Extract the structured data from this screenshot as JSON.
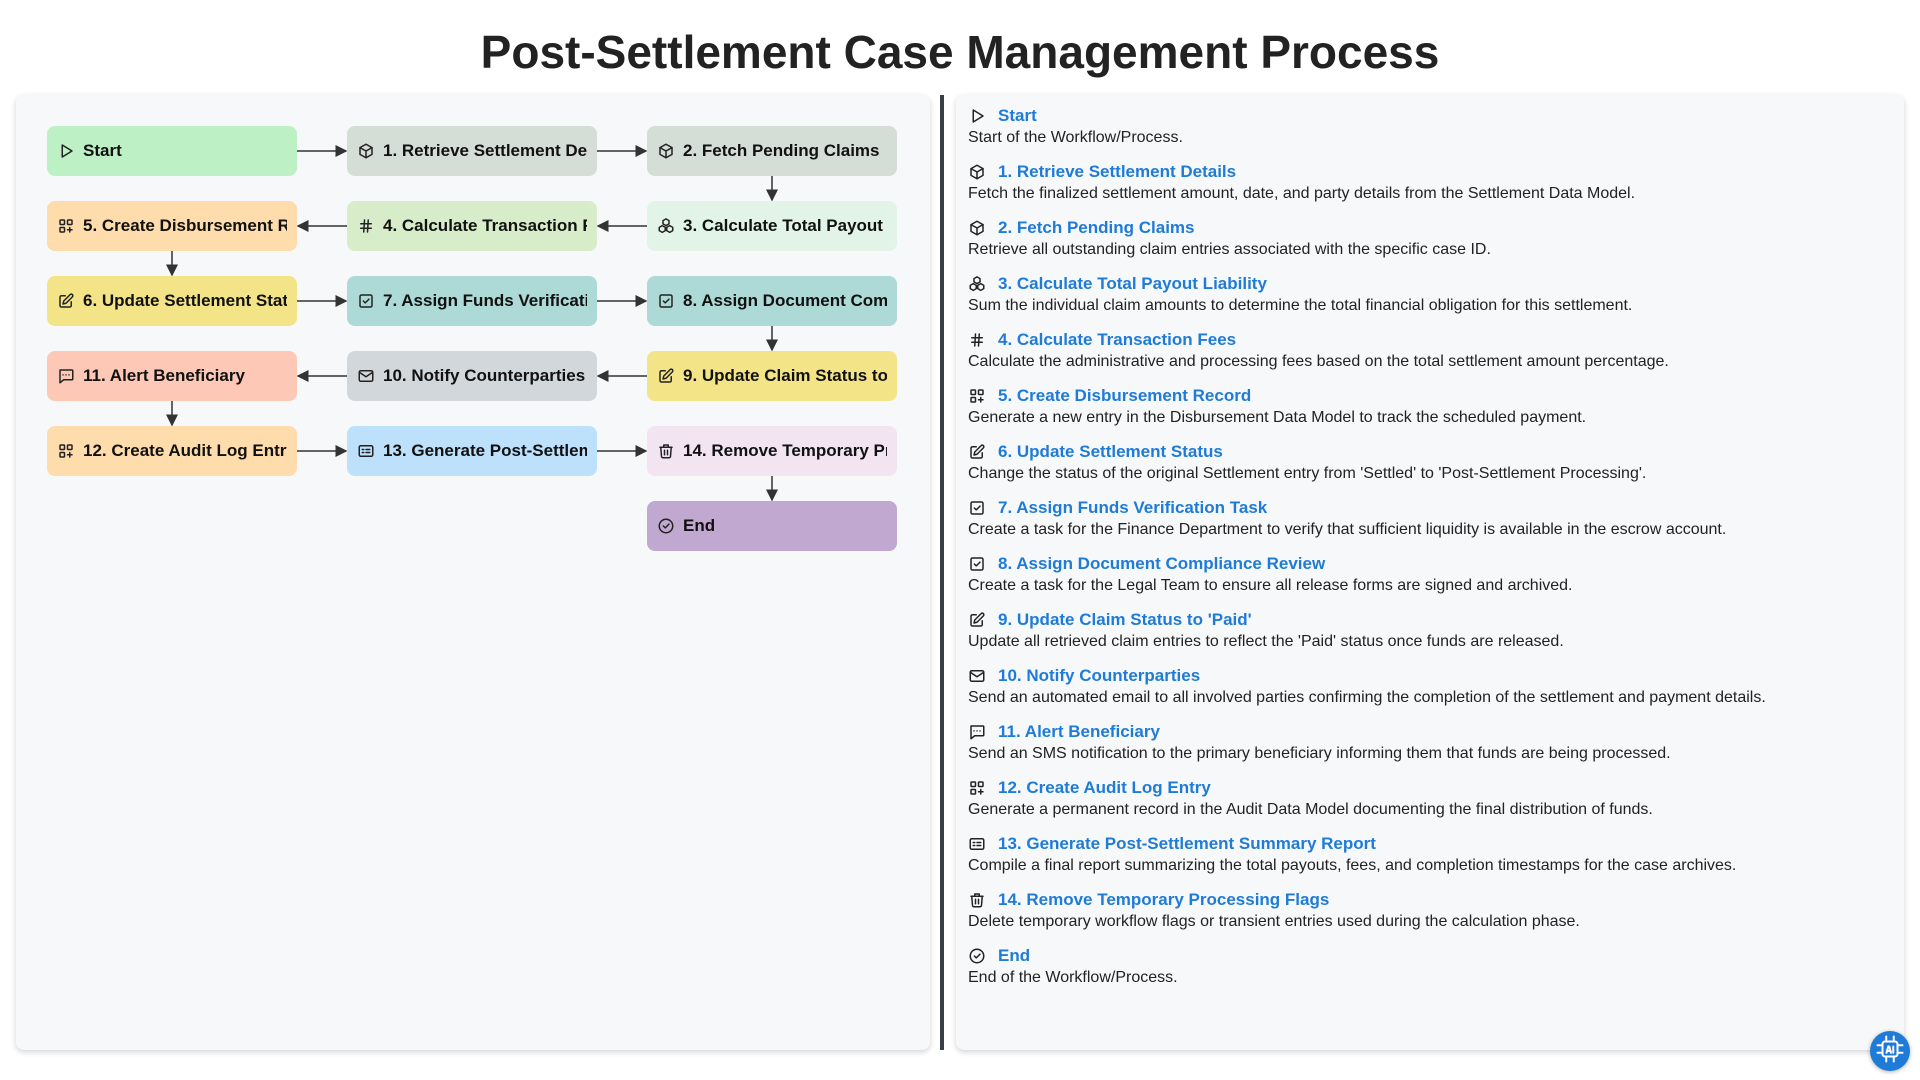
{
  "title": "Post-Settlement Case Management Process",
  "colors": {
    "link": "#1f7bd8",
    "start": "#bdf0c4",
    "end": "#c0a8d0"
  },
  "nodes": [
    {
      "id": "start",
      "label": "Start",
      "icon": "play-icon",
      "color": "#bdf0c4"
    },
    {
      "id": "n1",
      "label": "1. Retrieve Settlement Details",
      "icon": "cube-icon",
      "color": "#d4ddd6"
    },
    {
      "id": "n2",
      "label": "2. Fetch Pending Claims",
      "icon": "cube-icon",
      "color": "#d4ddd6"
    },
    {
      "id": "n3",
      "label": "3. Calculate Total Payout Liability",
      "icon": "cubes-icon",
      "color": "#e2f4e8"
    },
    {
      "id": "n4",
      "label": "4. Calculate Transaction Fees",
      "icon": "hash-icon",
      "color": "#d7ecc8"
    },
    {
      "id": "n5",
      "label": "5. Create Disbursement Record",
      "icon": "grid-add-icon",
      "color": "#fedcac"
    },
    {
      "id": "n6",
      "label": "6. Update Settlement Status",
      "icon": "edit-icon",
      "color": "#f4e488"
    },
    {
      "id": "n7",
      "label": "7. Assign Funds Verification Task",
      "icon": "checkbox-icon",
      "color": "#add9d6"
    },
    {
      "id": "n8",
      "label": "8. Assign Document Compliance Review",
      "icon": "checkbox-icon",
      "color": "#add9d6"
    },
    {
      "id": "n9",
      "label": "9. Update Claim Status to 'Paid'",
      "icon": "edit-icon",
      "color": "#f4e488"
    },
    {
      "id": "n10",
      "label": "10. Notify Counterparties",
      "icon": "mail-icon",
      "color": "#d2d7dc"
    },
    {
      "id": "n11",
      "label": "11. Alert Beneficiary",
      "icon": "sms-icon",
      "color": "#fdc8b6"
    },
    {
      "id": "n12",
      "label": "12. Create Audit Log Entry",
      "icon": "grid-add-icon",
      "color": "#fedcac"
    },
    {
      "id": "n13",
      "label": "13. Generate Post-Settlement Summary Report",
      "icon": "report-icon",
      "color": "#bde0fb"
    },
    {
      "id": "n14",
      "label": "14. Remove Temporary Processing Flags",
      "icon": "trash-icon",
      "color": "#f3e4f2"
    },
    {
      "id": "end",
      "label": "End",
      "icon": "check-circle-icon",
      "color": "#c0a8d0"
    }
  ],
  "edges": [
    [
      "start",
      "n1"
    ],
    [
      "n1",
      "n2"
    ],
    [
      "n2",
      "n3"
    ],
    [
      "n3",
      "n4"
    ],
    [
      "n4",
      "n5"
    ],
    [
      "n5",
      "n6"
    ],
    [
      "n6",
      "n7"
    ],
    [
      "n7",
      "n8"
    ],
    [
      "n8",
      "n9"
    ],
    [
      "n9",
      "n10"
    ],
    [
      "n10",
      "n11"
    ],
    [
      "n11",
      "n12"
    ],
    [
      "n12",
      "n13"
    ],
    [
      "n13",
      "n14"
    ],
    [
      "n14",
      "end"
    ]
  ],
  "descriptions": [
    {
      "title": "Start",
      "icon": "play-icon",
      "text": "Start of the Workflow/Process."
    },
    {
      "title": "1. Retrieve Settlement Details",
      "icon": "cube-icon",
      "text": "Fetch the finalized settlement amount, date, and party details from the Settlement Data Model."
    },
    {
      "title": "2. Fetch Pending Claims",
      "icon": "cube-icon",
      "text": "Retrieve all outstanding claim entries associated with the specific case ID."
    },
    {
      "title": "3. Calculate Total Payout Liability",
      "icon": "cubes-icon",
      "text": "Sum the individual claim amounts to determine the total financial obligation for this settlement."
    },
    {
      "title": "4. Calculate Transaction Fees",
      "icon": "hash-icon",
      "text": "Calculate the administrative and processing fees based on the total settlement amount percentage."
    },
    {
      "title": "5. Create Disbursement Record",
      "icon": "grid-add-icon",
      "text": "Generate a new entry in the Disbursement Data Model to track the scheduled payment."
    },
    {
      "title": "6. Update Settlement Status",
      "icon": "edit-icon",
      "text": "Change the status of the original Settlement entry from 'Settled' to 'Post-Settlement Processing'."
    },
    {
      "title": "7. Assign Funds Verification Task",
      "icon": "checkbox-icon",
      "text": "Create a task for the Finance Department to verify that sufficient liquidity is available in the escrow account."
    },
    {
      "title": "8. Assign Document Compliance Review",
      "icon": "checkbox-icon",
      "text": "Create a task for the Legal Team to ensure all release forms are signed and archived."
    },
    {
      "title": "9. Update Claim Status to 'Paid'",
      "icon": "edit-icon",
      "text": "Update all retrieved claim entries to reflect the 'Paid' status once funds are released."
    },
    {
      "title": "10. Notify Counterparties",
      "icon": "mail-icon",
      "text": "Send an automated email to all involved parties confirming the completion of the settlement and payment details."
    },
    {
      "title": "11. Alert Beneficiary",
      "icon": "sms-icon",
      "text": "Send an SMS notification to the primary beneficiary informing them that funds are being processed."
    },
    {
      "title": "12. Create Audit Log Entry",
      "icon": "grid-add-icon",
      "text": "Generate a permanent record in the Audit Data Model documenting the final distribution of funds."
    },
    {
      "title": "13. Generate Post-Settlement Summary Report",
      "icon": "report-icon",
      "text": "Compile a final report summarizing the total payouts, fees, and completion timestamps for the case archives."
    },
    {
      "title": "14. Remove Temporary Processing Flags",
      "icon": "trash-icon",
      "text": "Delete temporary workflow flags or transient entries used during the calculation phase."
    },
    {
      "title": "End",
      "icon": "check-circle-icon",
      "text": "End of the Workflow/Process."
    }
  ],
  "badge": {
    "icon": "ai-chip-icon"
  }
}
